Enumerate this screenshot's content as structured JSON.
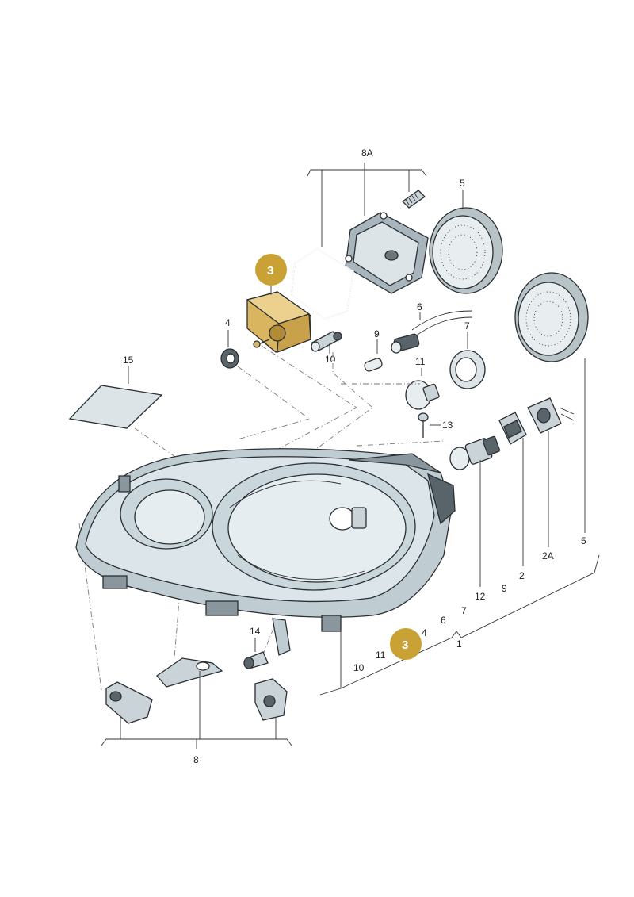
{
  "callouts": {
    "c8A": "8A",
    "c5_top": "5",
    "c6": "6",
    "c7_top": "7",
    "c9_top": "9",
    "c10_top": "10",
    "c11_top": "11",
    "c4_top": "4",
    "c13": "13",
    "c15": "15",
    "c14": "14",
    "c8_bottom": "8",
    "c12": "12",
    "c9_bottom": "9",
    "c7_bottom": "7",
    "c6_bottom": "6",
    "c4_bottom": "4",
    "c11_bottom": "11",
    "c10_bottom": "10",
    "c1": "1",
    "c2": "2",
    "c2A": "2A",
    "c5_bottom": "5"
  },
  "highlight": {
    "badge_top": "3",
    "badge_bottom": "3",
    "color": "#C9A135",
    "part_color": "#E3C57A"
  },
  "colors": {
    "housing_fill": "#DCE6EA",
    "housing_shade": "#BFCDD3",
    "dark_part": "#58636A",
    "line": "#2B2F33"
  }
}
